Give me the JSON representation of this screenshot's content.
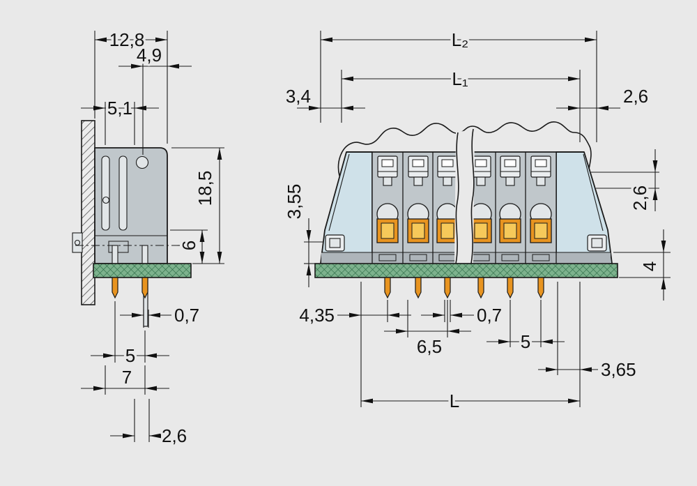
{
  "colors": {
    "background": "#e9e9e9",
    "line": "#1a1a1a",
    "housing_gray": "#c0c7cb",
    "end_cap_blue": "#cfe1e9",
    "base_gray": "#aeb5ba",
    "button_gray": "#eaedef",
    "cavity_gray": "#e2e6e8",
    "wire_entry_orange": "#e89420",
    "wire_entry_yellow": "#f6c95a",
    "pcb_green": "#7db28d",
    "pcb_hatch_green": "#2b6a45",
    "pin_orange": "#e89420"
  },
  "side_view": {
    "dimensions": {
      "depth_total": "12,8",
      "hole_offset": "4,9",
      "slot_offset": "5,1",
      "height_total": "18,5",
      "height_lower": "6",
      "pin_width": "0,7",
      "pin_pitch": "5",
      "pin_offset": "7",
      "pin_tail": "2,6"
    }
  },
  "front_view": {
    "dimensions": {
      "length_outer": "L₂",
      "length_inner": "L₁",
      "left_margin": "3,4",
      "right_margin": "2,6",
      "entry_height": "3,55",
      "side_height": "2,6",
      "pcb_depth": "4",
      "first_pin_offset": "4,35",
      "pin_width": "0,7",
      "pin_group_span": "6,5",
      "pin_pitch": "5",
      "last_pin_offset": "3,65",
      "length_poles": "L"
    }
  }
}
